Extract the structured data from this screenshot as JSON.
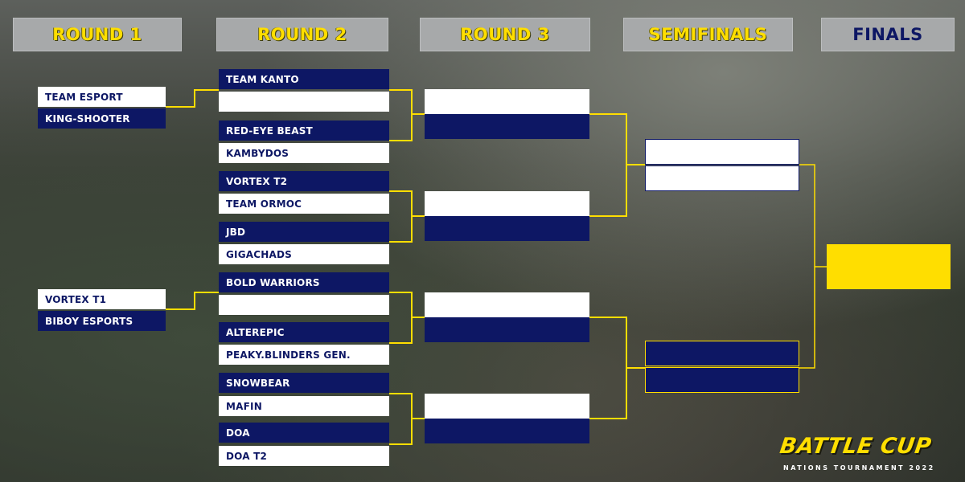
{
  "headers": {
    "round1": "ROUND 1",
    "round2": "ROUND 2",
    "round3": "ROUND 3",
    "semifinals": "SEMIFINALS",
    "finals": "FINALS"
  },
  "round1": [
    {
      "top": "TEAM ESPORT",
      "bottom": "KING-SHOOTER"
    },
    {
      "top": "VORTEX T1",
      "bottom": "BIBOY ESPORTS"
    }
  ],
  "round2": [
    {
      "top": "TEAM KANTO",
      "bottom": ""
    },
    {
      "top": "RED-EYE BEAST",
      "bottom": "KAMBYDOS"
    },
    {
      "top": "VORTEX T2",
      "bottom": "TEAM ORMOC"
    },
    {
      "top": "JBD",
      "bottom": "GIGACHADS"
    },
    {
      "top": "BOLD WARRIORS",
      "bottom": ""
    },
    {
      "top": "ALTEREPIC",
      "bottom": "PEAKY.BLINDERS GEN."
    },
    {
      "top": "SNOWBEAR",
      "bottom": "MAFIN"
    },
    {
      "top": "DOA",
      "bottom": "DOA T2"
    }
  ],
  "logo": {
    "title": "BATTLE CUP",
    "subtitle": "NATIONS TOURNAMENT 2022"
  },
  "colors": {
    "navy": "#0d1764",
    "yellow": "#ffde00",
    "white": "#ffffff",
    "header_bg": "#a7a9aa"
  }
}
